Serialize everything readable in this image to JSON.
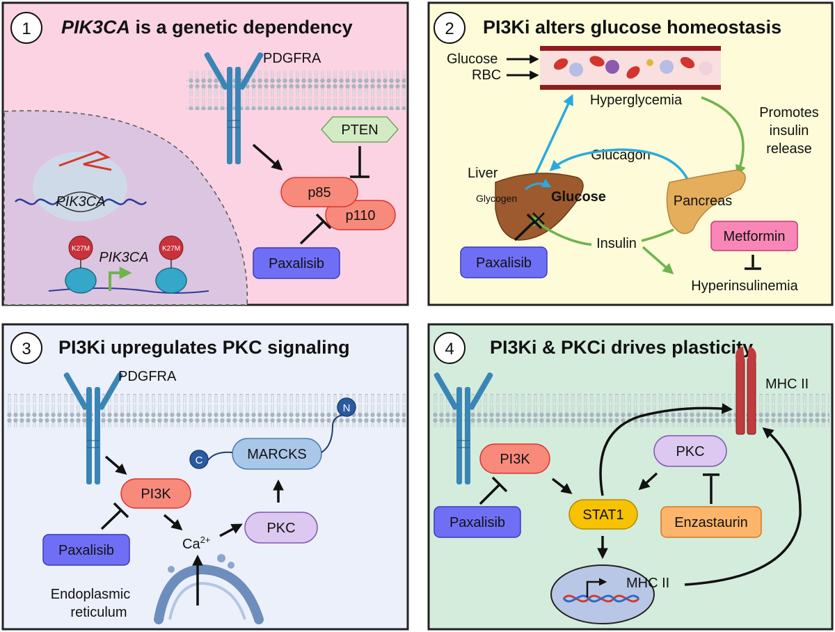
{
  "panel1": {
    "number": "1",
    "title_italic": "PIK3CA",
    "title_rest": " is a genetic dependency",
    "receptor": "PDGFRA",
    "pten": "PTEN",
    "p85": "p85",
    "p110": "p110",
    "drug": "Paxalisib",
    "gene1": "PIK3CA",
    "gene2": "PIK3CA",
    "mutation": "K27M"
  },
  "panel2": {
    "number": "2",
    "title": "PI3Ki alters glucose homeostasis",
    "glucose_in": "Glucose",
    "rbc_in": "RBC",
    "hyperglycemia": "Hyperglycemia",
    "promotes_1": "Promotes",
    "promotes_2": "insulin",
    "promotes_3": "release",
    "glucagon": "Glucagon",
    "liver": "Liver",
    "glycogen": "Glycogen",
    "glucose": "Glucose",
    "pancreas": "Pancreas",
    "metformin": "Metformin",
    "insulin": "Insulin",
    "drug": "Paxalisib",
    "hyperinsulinemia": "Hyperinsulinemia"
  },
  "panel3": {
    "number": "3",
    "title": "PI3Ki upregulates PKC signaling",
    "receptor": "PDGFRA",
    "n_term": "N",
    "c_term": "C",
    "marcks": "MARCKS",
    "pi3k": "PI3K",
    "pkc": "PKC",
    "drug": "Paxalisib",
    "ca": "Ca",
    "ca_sup": "2+",
    "er_1": "Endoplasmic",
    "er_2": "reticulum"
  },
  "panel4": {
    "number": "4",
    "title": "PI3Ki & PKCi drives plasticity",
    "mhc_top": "MHC II",
    "pi3k": "PI3K",
    "pkc": "PKC",
    "stat1": "STAT1",
    "drug": "Paxalisib",
    "enzastaurin": "Enzastaurin",
    "mhc_gene": "MHC II"
  },
  "colors": {
    "panel1_bg": "#fbd3e2",
    "panel2_bg": "#fdfbd8",
    "panel3_bg": "#ecf0fa",
    "panel4_bg": "#d4ecdc",
    "drug_fill": "#6f6ff5",
    "pi3k_fill": "#f88a7c",
    "pkc_fill": "#dcc8f0",
    "stat1_fill": "#f7c200",
    "enza_fill": "#fdb56b",
    "metformin_fill": "#f887b8",
    "pten_fill": "#d3ebc4",
    "marcks_fill": "#a9c7e8",
    "receptor_fill": "#3a85b5",
    "membrane": "#a8b5c0",
    "green_arrow": "#6fb34c",
    "blue_arrow": "#29a9e0"
  }
}
